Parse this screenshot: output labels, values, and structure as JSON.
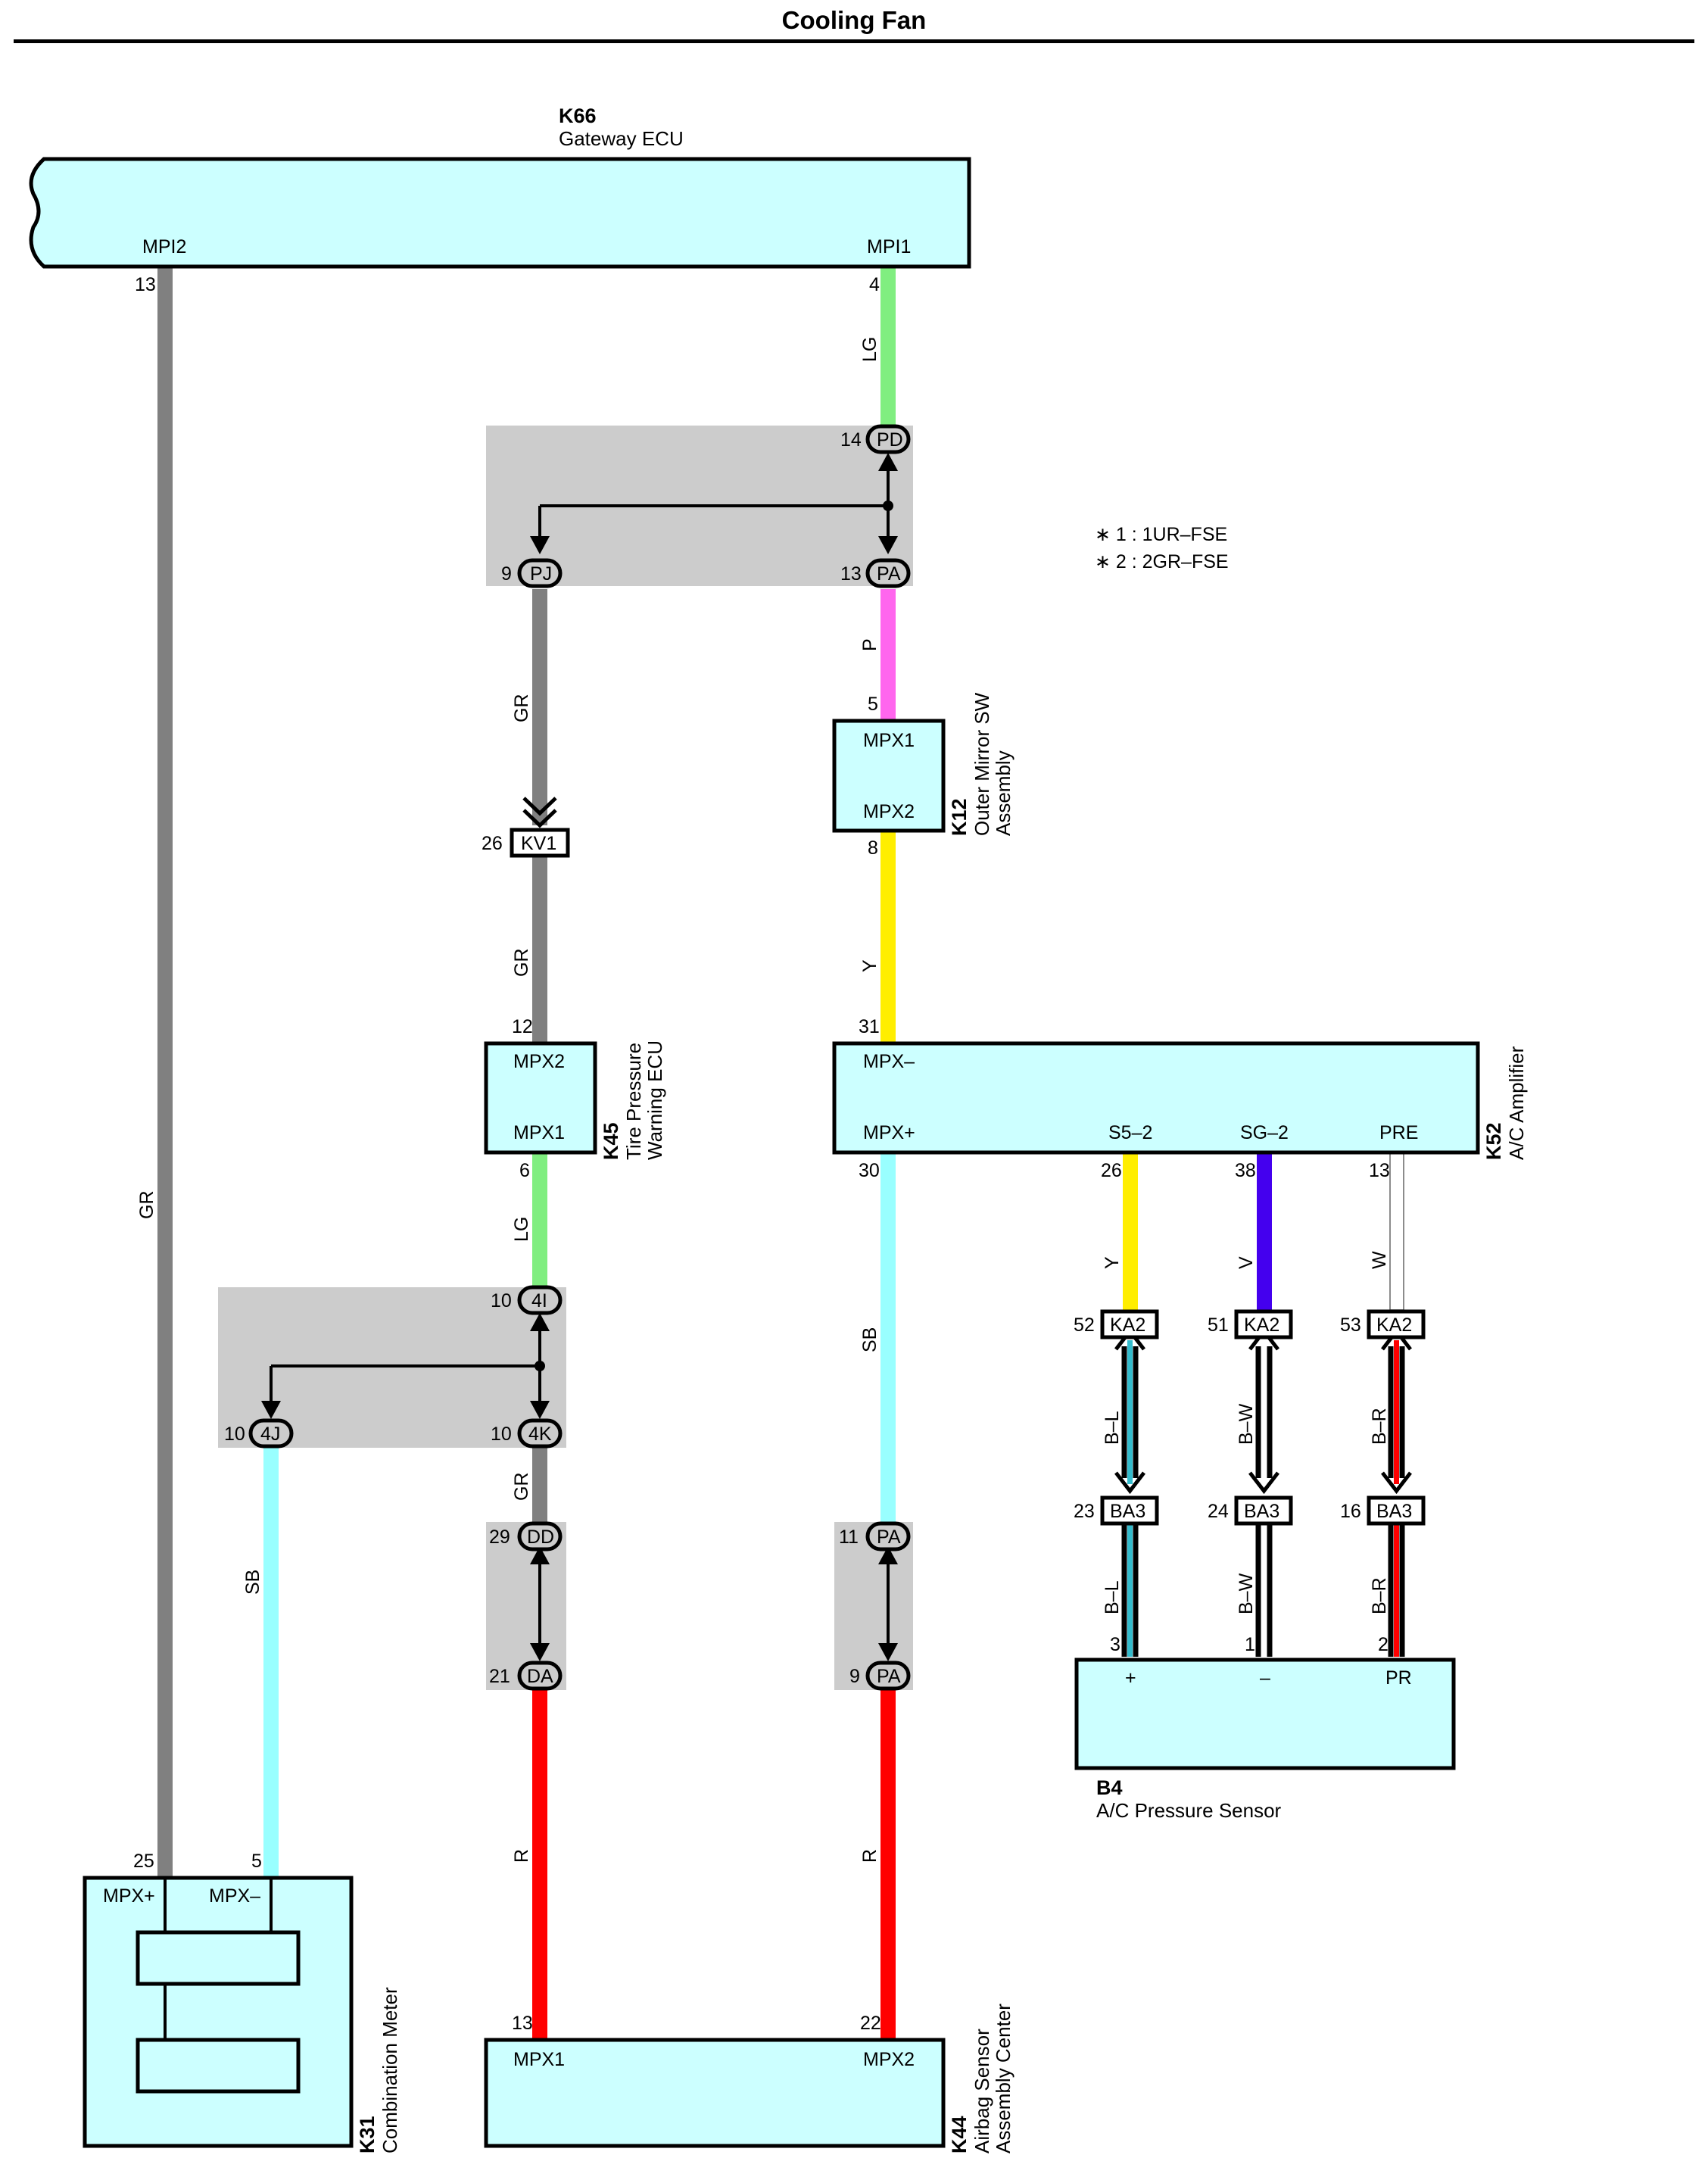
{
  "title": "Cooling Fan",
  "notes": [
    "∗ 1 : 1UR–FSE",
    "∗ 2 : 2GR–FSE"
  ],
  "components": {
    "k66": {
      "id": "K66",
      "name": "Gateway ECU",
      "pins": {
        "mpi2": "MPI2",
        "mpi1": "MPI1",
        "mpi2_no": "13",
        "mpi1_no": "4"
      }
    },
    "k12": {
      "id": "K12",
      "name1": "Outer Mirror SW",
      "name2": "Assembly",
      "pins": {
        "mpx1": "MPX1",
        "mpx2": "MPX2",
        "mpx1_no": "5",
        "mpx2_no": "8"
      }
    },
    "k45": {
      "id": "K45",
      "name1": "Tire Pressure",
      "name2": "Warning ECU",
      "pins": {
        "mpx2": "MPX2",
        "mpx1": "MPX1",
        "mpx2_no": "12",
        "mpx1_no": "6"
      }
    },
    "k52": {
      "id": "K52",
      "name": "A/C Amplifier",
      "pins": {
        "mpxm": "MPX–",
        "mpxp": "MPX+",
        "s52": "S5–2",
        "sg2": "SG–2",
        "pre": "PRE",
        "mpxm_no": "31",
        "mpxp_no": "30",
        "s52_no": "26",
        "sg2_no": "38",
        "pre_no": "13"
      }
    },
    "b4": {
      "id": "B4",
      "name": "A/C Pressure Sensor",
      "pins": {
        "plus": "+",
        "minus": "–",
        "pr": "PR",
        "plus_no": "3",
        "minus_no": "1",
        "pr_no": "2"
      }
    },
    "k31": {
      "id": "K31",
      "name": "Combination Meter",
      "pins": {
        "mpxp": "MPX+",
        "mpxm": "MPX–",
        "mpxp_no": "25",
        "mpxm_no": "5"
      }
    },
    "k44": {
      "id": "K44",
      "name1": "Airbag Sensor",
      "name2": "Assembly Center",
      "pins": {
        "mpx1": "MPX1",
        "mpx2": "MPX2",
        "mpx1_no": "13",
        "mpx2_no": "22"
      }
    }
  },
  "connectors": {
    "pd": {
      "label": "PD",
      "pin": "14"
    },
    "pj": {
      "label": "PJ",
      "pin": "9"
    },
    "pa1": {
      "label": "PA",
      "pin": "13"
    },
    "kv1": {
      "label": "KV1",
      "pin": "26"
    },
    "c4i": {
      "label": "4I",
      "pin": "10"
    },
    "c4j": {
      "label": "4J",
      "pin": "10"
    },
    "c4k": {
      "label": "4K",
      "pin": "10"
    },
    "dd": {
      "label": "DD",
      "pin": "29"
    },
    "da": {
      "label": "DA",
      "pin": "21"
    },
    "pa2": {
      "label": "PA",
      "pin": "11"
    },
    "pa3": {
      "label": "PA",
      "pin": "9"
    },
    "ka2a": {
      "label": "KA2",
      "pin": "52"
    },
    "ka2b": {
      "label": "KA2",
      "pin": "51"
    },
    "ka2c": {
      "label": "KA2",
      "pin": "53"
    },
    "ba3a": {
      "label": "BA3",
      "pin": "23"
    },
    "ba3b": {
      "label": "BA3",
      "pin": "24"
    },
    "ba3c": {
      "label": "BA3",
      "pin": "16"
    }
  },
  "wire_colors": {
    "gr_left": "GR",
    "lg_top": "LG",
    "p": "P",
    "gr_mid": "GR",
    "gr_mid2": "GR",
    "y_top": "Y",
    "lg_mid": "LG",
    "sb_mid": "SB",
    "sb_left": "SB",
    "gr_low": "GR",
    "r_left": "R",
    "r_right": "R",
    "y_s52": "Y",
    "v_sg2": "V",
    "w_pre": "W",
    "bl_a": "B–L",
    "bw_a": "B–W",
    "br_a": "B–R",
    "bl_b": "B–L",
    "bw_b": "B–W",
    "br_b": "B–R"
  },
  "colors": {
    "body_fill": "#ccffff",
    "splice_box": "#cccccc",
    "GR": "#808080",
    "LG": "#80ee80",
    "P": "#ff66ee",
    "Y": "#ffee00",
    "SB": "#99ffff",
    "R": "#ff0000",
    "V": "#4400ee",
    "W": "#ffffff",
    "B": "#000000",
    "L": "#33bbcc"
  }
}
